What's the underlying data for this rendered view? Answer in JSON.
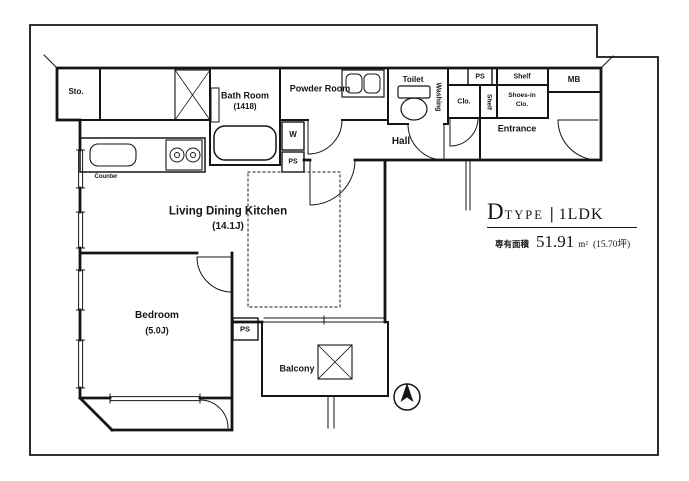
{
  "colors": {
    "ink": "#151515",
    "background": "#ffffff"
  },
  "labels": {
    "storage": "Sto.",
    "bath_room": "Bath Room",
    "bath_size": "(1418)",
    "powder_room": "Powder Room",
    "toilet": "Toilet",
    "washing": "Washing",
    "ps_top": "PS",
    "ps_kitchen": "PS",
    "ps_bedroom": "PS",
    "washer": "W",
    "shelf_top": "Shelf",
    "shelf_side": "Shelf",
    "closet": "Clo.",
    "shoes_closet_line1": "Shoes-in",
    "shoes_closet_line2": "Clo.",
    "meter_box": "MB",
    "hall": "Hall",
    "entrance": "Entrance",
    "ldk": "Living Dining Kitchen",
    "ldk_size": "(14.1J)",
    "bedroom": "Bedroom",
    "bedroom_size": "(5.0J)",
    "balcony": "Balcony",
    "counter": "Counter"
  },
  "title": {
    "type_letter": "D",
    "type_word": "TYPE",
    "divider": "|",
    "layout": "1LDK",
    "area_label": "専有面積",
    "area_value": "51.91",
    "area_unit": "m²",
    "area_detail": "(15.70坪)"
  }
}
